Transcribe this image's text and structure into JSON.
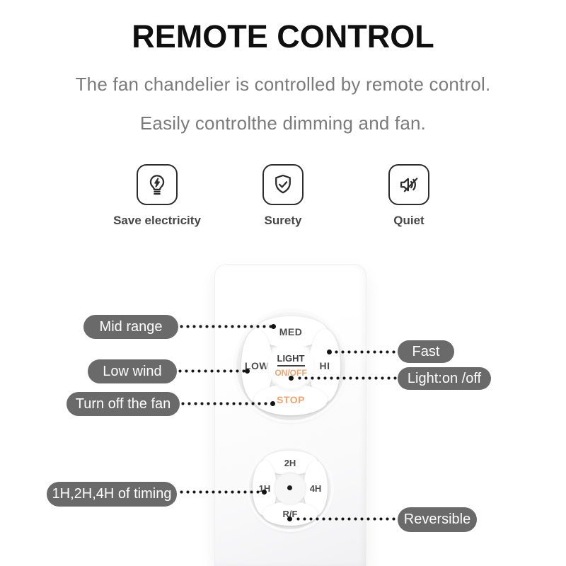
{
  "header": {
    "title": "REMOTE CONTROL",
    "subtitle_line1": "The fan chandelier is controlled by remote control.",
    "subtitle_line2": "Easily controlthe dimming and fan."
  },
  "features": [
    {
      "icon": "bulb-lightning-icon",
      "label": "Save electricity"
    },
    {
      "icon": "shield-check-icon",
      "label": "Surety"
    },
    {
      "icon": "speaker-muted-icon",
      "label": "Quiet"
    }
  ],
  "remote": {
    "top_pad": {
      "top": "MED",
      "left": "LOW",
      "right": "HI",
      "bottom": "STOP",
      "center_line1": "LIGHT",
      "center_line2": "ON/OFF"
    },
    "bottom_pad": {
      "top": "2H",
      "left": "1H",
      "right": "4H",
      "bottom": "R/F"
    }
  },
  "callouts": [
    {
      "label": "Mid range",
      "target": "MED"
    },
    {
      "label": "Low wind",
      "target": "LOW"
    },
    {
      "label": "Turn off the fan",
      "target": "STOP"
    },
    {
      "label": "Fast",
      "target": "HI"
    },
    {
      "label": "Light:on /off",
      "target": "LIGHT ON/OFF"
    },
    {
      "label": "1H,2H,4H of timing",
      "target": "1H"
    },
    {
      "label": "Reversible",
      "target": "R/F"
    }
  ],
  "colors": {
    "accent_orange": "#F2A36E",
    "pill_background": "#6A6A6A",
    "title_color": "#0F0F0F",
    "subtitle_color": "#7B7B7B"
  }
}
